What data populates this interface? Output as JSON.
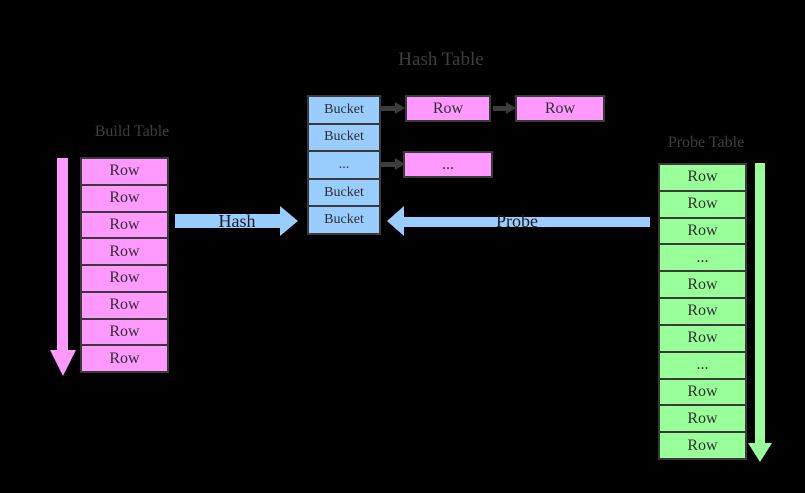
{
  "colors": {
    "background": "#000000",
    "build_fill": "#FF99FF",
    "bucket_fill": "#99CCFF",
    "probe_fill": "#99FF99",
    "outline": "#3A3A3A",
    "label_text": "#3E3E3E"
  },
  "hash_table": {
    "label": "Hash Table",
    "buckets": [
      "Bucket",
      "Bucket",
      "...",
      "Bucket",
      "Bucket"
    ],
    "bucket_0_chain": [
      "Row",
      "Row"
    ],
    "bucket_2_chain": [
      "..."
    ]
  },
  "build_table": {
    "label": "Build Table",
    "rows": [
      "Row",
      "Row",
      "Row",
      "Row",
      "Row",
      "Row",
      "Row",
      "Row"
    ]
  },
  "probe_table": {
    "label": "Probe Table",
    "rows": [
      "Row",
      "Row",
      "Row",
      "...",
      "Row",
      "Row",
      "Row",
      "...",
      "Row",
      "Row",
      "Row"
    ]
  },
  "arrows": {
    "hash_label": "Hash",
    "probe_label": "Probe"
  }
}
